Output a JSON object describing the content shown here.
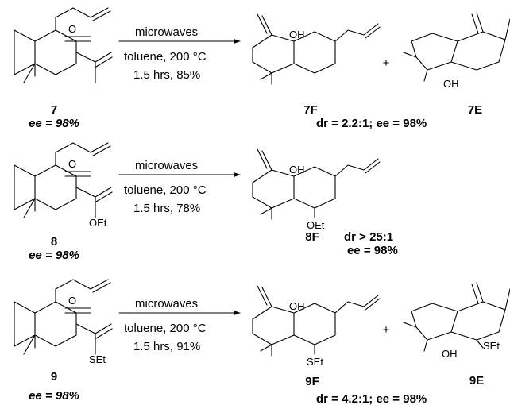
{
  "rows": [
    {
      "reactant": {
        "id": "7",
        "ee": "ee = 98%",
        "substituent": ""
      },
      "conditions": {
        "line1": "microwaves",
        "line2": "toluene, 200 °C",
        "line3": "1.5 hrs, 85%"
      },
      "product_major": {
        "id": "7F",
        "oh_label": "OH",
        "substituent": ""
      },
      "plus": "+",
      "product_minor": {
        "id": "7E",
        "oh_label": "OH",
        "substituent": ""
      },
      "stats": {
        "dr": "dr = 2.2:1;",
        "ee": "ee = 98%"
      }
    },
    {
      "reactant": {
        "id": "8",
        "ee": "ee = 98%",
        "substituent": "OEt"
      },
      "conditions": {
        "line1": "microwaves",
        "line2": "toluene, 200 °C",
        "line3": "1.5 hrs, 78%"
      },
      "product_major": {
        "id": "8F",
        "oh_label": "OH",
        "substituent": "OEt"
      },
      "stats": {
        "dr": "dr > 25:1",
        "ee": "ee = 98%"
      }
    },
    {
      "reactant": {
        "id": "9",
        "ee": "ee = 98%",
        "substituent": "SEt"
      },
      "conditions": {
        "line1": "microwaves",
        "line2": "toluene, 200 °C",
        "line3": "1.5 hrs, 91%"
      },
      "product_major": {
        "id": "9F",
        "oh_label": "OH",
        "substituent": "SEt"
      },
      "plus": "+",
      "product_minor": {
        "id": "9E",
        "oh_label": "OH",
        "substituent": "SEt"
      },
      "stats": {
        "dr": "dr = 4.2:1;",
        "ee": "ee = 98%"
      }
    }
  ],
  "labels": {
    "o": "O"
  }
}
